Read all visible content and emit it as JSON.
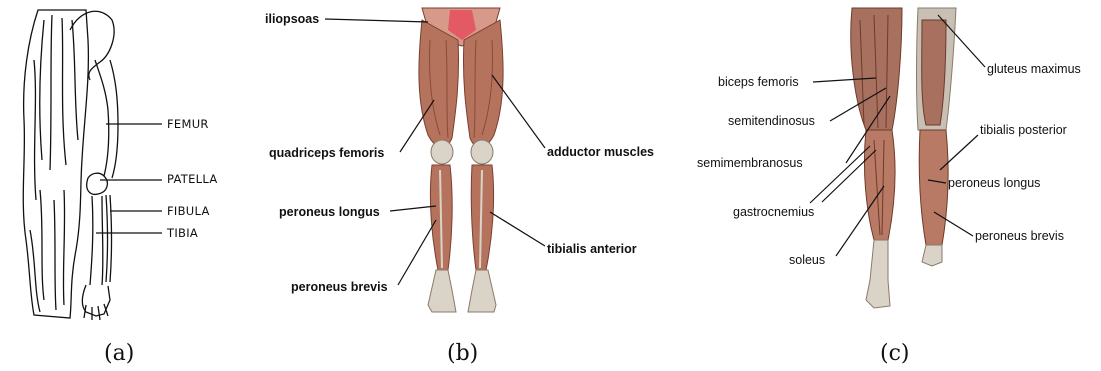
{
  "panels": {
    "a": {
      "caption": "(a)",
      "labels": {
        "femur": "FEMUR",
        "patella": "PATELLA",
        "fibula": "FIBULA",
        "tibia": "TIBIA"
      }
    },
    "b": {
      "caption": "(b)",
      "labels": {
        "iliopsoas": "iliopsoas",
        "quadriceps": "quadriceps femoris",
        "adductor": "adductor muscles",
        "peroneus_longus": "peroneus longus",
        "tibialis_anterior": "tibialis anterior",
        "peroneus_brevis": "peroneus brevis"
      }
    },
    "c": {
      "caption": "(c)",
      "labels": {
        "biceps_femoris": "biceps femoris",
        "gluteus_maximus": "gluteus maximus",
        "semitendinosus": "semitendinosus",
        "tibialis_posterior": "tibialis posterior",
        "semimembranosus": "semimembranosus",
        "peroneus_longus": "peroneus longus",
        "gastrocnemius": "gastrocnemius",
        "peroneus_brevis": "peroneus brevis",
        "soleus": "soleus"
      }
    }
  },
  "colors": {
    "muscle": "#b5735e",
    "muscle_dark": "#7a3f2e",
    "tendon": "#d9d3c8",
    "pelvis": "#e45a64",
    "line": "#111111"
  }
}
